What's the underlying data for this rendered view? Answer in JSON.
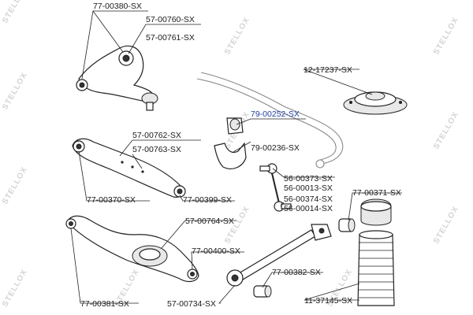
{
  "watermark": {
    "text": "STELLOX",
    "count": 12
  },
  "labels": {
    "l1": "77-00380-SX",
    "l2": "57-00760-SX",
    "l3": "57-00761-SX",
    "l4": "12-17237-SX",
    "l5": "79-00252-SX",
    "l6": "79-00236-SX",
    "l7": "57-00762-SX",
    "l8": "57-00763-SX",
    "l9": "56-00373-SX",
    "l10": "56-00013-SX",
    "l11": "56-00374-SX",
    "l12": "56-00014-SX",
    "l13": "77-00370-SX",
    "l14": "77-00399-SX",
    "l15": "77-00371-SX",
    "l16": "57-00764-SX",
    "l17": "77-00400-SX",
    "l18": "77-00382-SX",
    "l19": "77-00381-SX",
    "l20": "57-00734-SX",
    "l21": "11-37145-SX"
  },
  "colors": {
    "highlight_label": "#1f3fa0",
    "watermark": "#d4d4d4",
    "line": "#222222"
  }
}
